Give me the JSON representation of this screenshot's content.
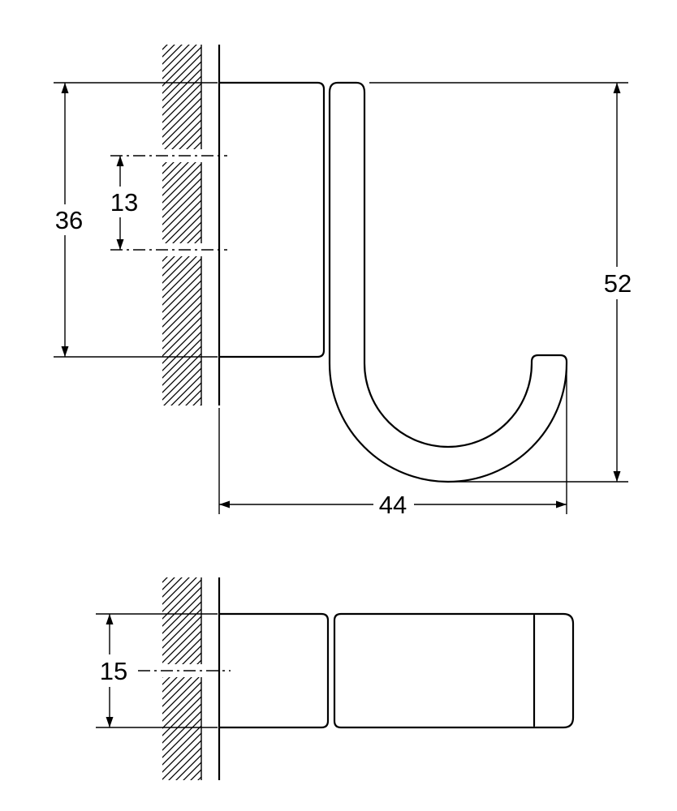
{
  "meta": {
    "background_color": "#ffffff",
    "line_color": "#000000"
  },
  "dimensions": {
    "plate_height": "36",
    "hole_spacing": "13",
    "overall_height": "52",
    "projection": "44",
    "width": "15"
  }
}
